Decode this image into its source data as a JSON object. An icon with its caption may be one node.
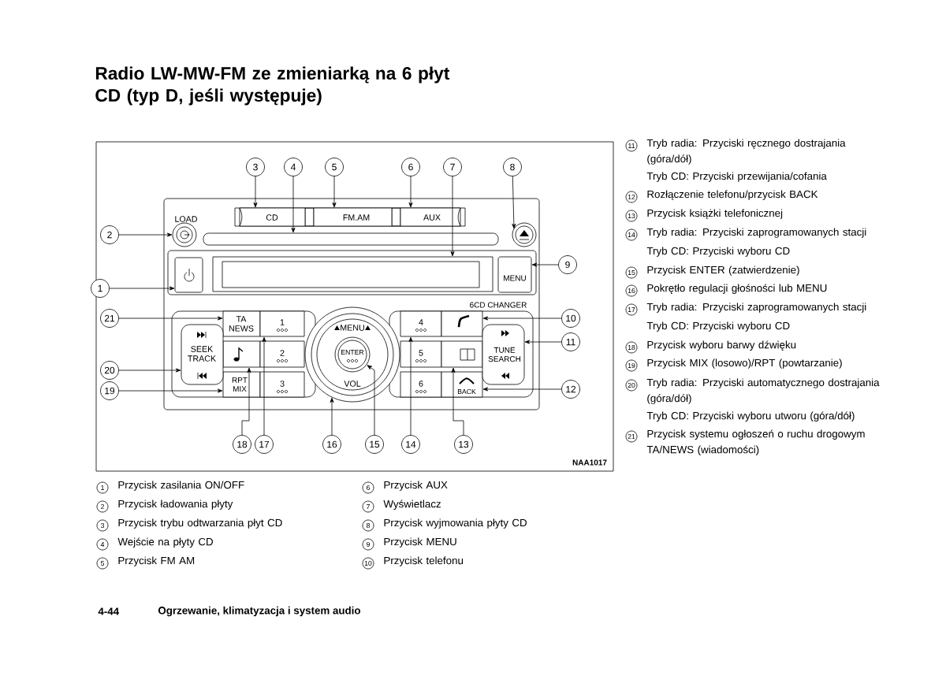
{
  "diagram": {
    "title": "Radio LW-MW-FM ze zmieniarką na 6 płyt CD (typ D, jeśli występuje)",
    "nodes": [
      {
        "text": [
          "1"
        ]
      },
      {
        "text": [
          "2"
        ]
      },
      {
        "text": [
          "3"
        ]
      },
      {
        "text": [
          "4"
        ]
      },
      {
        "text": [
          "5"
        ]
      },
      {
        "text": [
          "6"
        ]
      },
      {
        "text": [
          "7"
        ]
      },
      {
        "text": [
          "8"
        ]
      },
      {
        "text": [
          "9"
        ]
      },
      {
        "text": [
          "10"
        ]
      },
      {
        "text": [
          "11"
        ]
      },
      {
        "text": [
          "12"
        ]
      },
      {
        "text": [
          "13"
        ]
      },
      {
        "text": [
          "14"
        ]
      },
      {
        "text": [
          "15"
        ]
      },
      {
        "text": [
          "16"
        ]
      },
      {
        "text": [
          "17"
        ]
      },
      {
        "text": [
          "18"
        ]
      },
      {
        "text": [
          "19"
        ]
      },
      {
        "text": [
          "20"
        ]
      },
      {
        "text": [
          "21"
        ]
      },
      {
        "text": [],
        "shape": "circle",
        "beside": [
          "LOAD"
        ]
      },
      {
        "text": [
          "CD"
        ]
      },
      {
        "text": [
          "FM.AM"
        ]
      },
      {
        "text": [
          "AUX"
        ]
      },
      {
        "text": [],
        "shape": "box"
      },
      {
        "text": [],
        "shape": "circle"
      },
      {
        "text": [],
        "shape": "box"
      },
      {
        "text": [],
        "shape": "box"
      },
      {
        "text": [
          "MENU"
        ]
      },
      {
        "text": [
          "TA NEWS"
        ]
      },
      {
        "text": [],
        "shape": "box"
      },
      {
        "text": [
          "RPT MIX"
        ]
      },
      {
        "text": [
          "SEEK TRACK"
        ]
      },
      {
        "text": [
          "1"
        ]
      },
      {
        "text": [
          "2"
        ]
      },
      {
        "text": [
          "3"
        ]
      },
      {
        "text": [
          "MENU",
          "VOL"
        ]
      },
      {
        "text": [
          "ENTER"
        ],
        "in": 37
      },
      {
        "text": [
          "4"
        ]
      },
      {
        "text": [
          "5"
        ]
      },
      {
        "text": [
          "6"
        ]
      },
      {
        "text": [],
        "shape": "box"
      },
      {
        "text": [],
        "shape": "box"
      },
      {
        "text": [
          "BACK"
        ]
      },
      {
        "text": [
          "TUNE SEARCH"
        ]
      }
    ],
    "edges": [
      {
        "from": 0,
        "to": 27,
        "arrow": "to"
      },
      {
        "from": 1,
        "to": 21,
        "arrow": "to"
      },
      {
        "from": 2,
        "to": 22,
        "arrow": "to"
      },
      {
        "from": 3,
        "to": 25,
        "arrow": "to"
      },
      {
        "from": 4,
        "to": 23,
        "arrow": "to"
      },
      {
        "from": 5,
        "to": 24,
        "arrow": "to"
      },
      {
        "from": 6,
        "to": 28,
        "arrow": "to"
      },
      {
        "from": 7,
        "to": 26,
        "arrow": "to"
      },
      {
        "from": 8,
        "to": 29,
        "arrow": "to"
      },
      {
        "from": 9,
        "to": 42,
        "arrow": "to"
      },
      {
        "from": 10,
        "to": 45,
        "arrow": "to"
      },
      {
        "from": 11,
        "to": 44,
        "arrow": "to"
      },
      {
        "from": 12,
        "to": 43,
        "arrow": "to"
      },
      {
        "from": 13,
        "to": 39,
        "arrow": "to"
      },
      {
        "from": 14,
        "to": 38,
        "arrow": "to"
      },
      {
        "from": 15,
        "to": 37,
        "arrow": "to"
      },
      {
        "from": 16,
        "to": 34,
        "arrow": "to"
      },
      {
        "from": 17,
        "to": 31,
        "arrow": "to"
      },
      {
        "from": 18,
        "to": 32,
        "arrow": "to"
      },
      {
        "from": 19,
        "to": 33,
        "arrow": "to"
      },
      {
        "from": 20,
        "to": 30,
        "arrow": "to"
      }
    ],
    "labels": [
      "6CD CHANGER",
      "NAA1017",
      "11",
      "Tryb radia: Przyciski ręcznego dostrajania (góra/dół)",
      "Tryb CD: Przyciski przewijania/cofania",
      "12",
      "Rozłączenie telefonu/przycisk BACK",
      "13",
      "Przycisk książki telefonicznej",
      "14",
      "Tryb radia: Przyciski zaprogramowanych stacji",
      "Tryb CD: Przyciski wyboru CD",
      "15",
      "Przycisk ENTER (zatwierdzenie)",
      "16",
      "Pokrętło regulacji głośności lub MENU",
      "17",
      "Tryb radia: Przyciski zaprogramowanych stacji",
      "Tryb CD: Przyciski wyboru CD",
      "18",
      "Przycisk wyboru barwy dźwięku",
      "19",
      "Przycisk MIX (losowo)/RPT (powtarzanie)",
      "20",
      "Tryb radia: Przyciski automatycznego dostrajania (góra/dół)",
      "Tryb CD: Przyciski wyboru utworu (góra/dół)",
      "21",
      "Przycisk systemu ogłoszeń o ruchu drogowym TA/NEWS (wiadomości)",
      "1",
      "Przycisk zasilania ON/OFF",
      "6",
      "Przycisk AUX",
      "2",
      "Przycisk ładowania płyty",
      "7",
      "Wyświetlacz",
      "3",
      "Przycisk trybu odtwarzania płyt CD",
      "8",
      "Przycisk wyjmowania płyty CD",
      "4",
      "Wejście na płyty CD",
      "9",
      "Przycisk MENU",
      "5",
      "Przycisk FM AM",
      "10",
      "Przycisk telefonu",
      "4-44",
      "Ogrzewanie, klimatyzacja i system audio"
    ]
  }
}
